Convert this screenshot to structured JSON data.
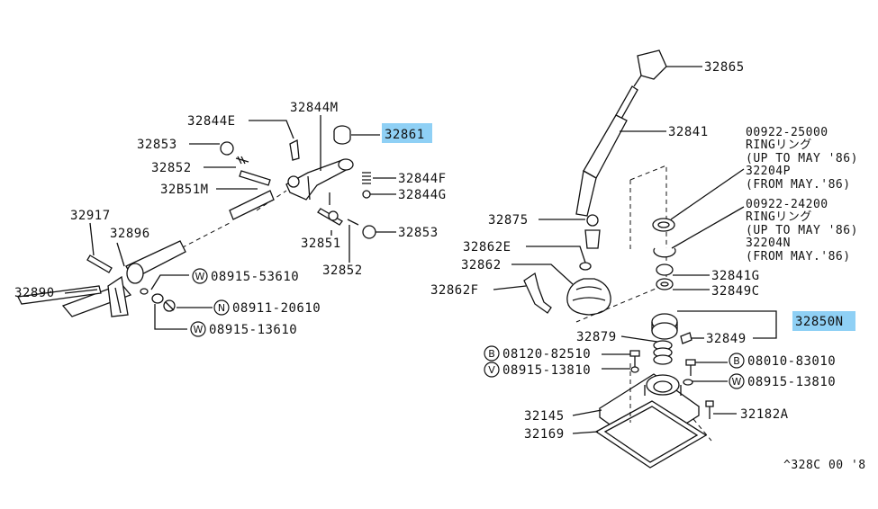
{
  "diagram": {
    "highlight_color": "#8fd0f5",
    "labels": {
      "p32865": "32865",
      "p32841": "32841",
      "p32844E": "32844E",
      "p32844M": "32844M",
      "p32861": "32861",
      "p32853a": "32853",
      "p32852a": "32852",
      "p32851M": "32B51M",
      "p32844F": "32844F",
      "p32844G": "32844G",
      "p32917": "32917",
      "p32896": "32896",
      "p32890": "32890",
      "p32851": "32851",
      "p32853b": "32853",
      "p32852b": "32852",
      "w53610": "08915-53610",
      "n20610": "08911-20610",
      "w13610": "08915-13610",
      "p32875": "32875",
      "p32862E": "32862E",
      "p32862": "32862",
      "p32862F": "32862F",
      "p32879": "32879",
      "b82510": "08120-82510",
      "v13810": "08915-13810",
      "p32145": "32145",
      "p32169": "32169",
      "n00922_25000": "00922-25000",
      "ring1": "RINGリング",
      "upto1": "(UP TO MAY '86)",
      "p32204P": "32204P",
      "from1": "(FROM MAY.'86)",
      "n00922_24200": "00922-24200",
      "ring2": "RINGリング",
      "upto2": "(UP TO MAY '86)",
      "p32204N": "32204N",
      "from2": "(FROM MAY.'86)",
      "p32841G": "32841G",
      "p32849C": "32849C",
      "p32850N": "32850N",
      "p32849": "32849",
      "b83010": "08010-83010",
      "w13810": "08915-13810",
      "p32182A": "32182A",
      "fig_code": "^328C 00 '8"
    },
    "prefix_letters": {
      "W": "W",
      "N": "N",
      "B": "B",
      "V": "V"
    }
  }
}
